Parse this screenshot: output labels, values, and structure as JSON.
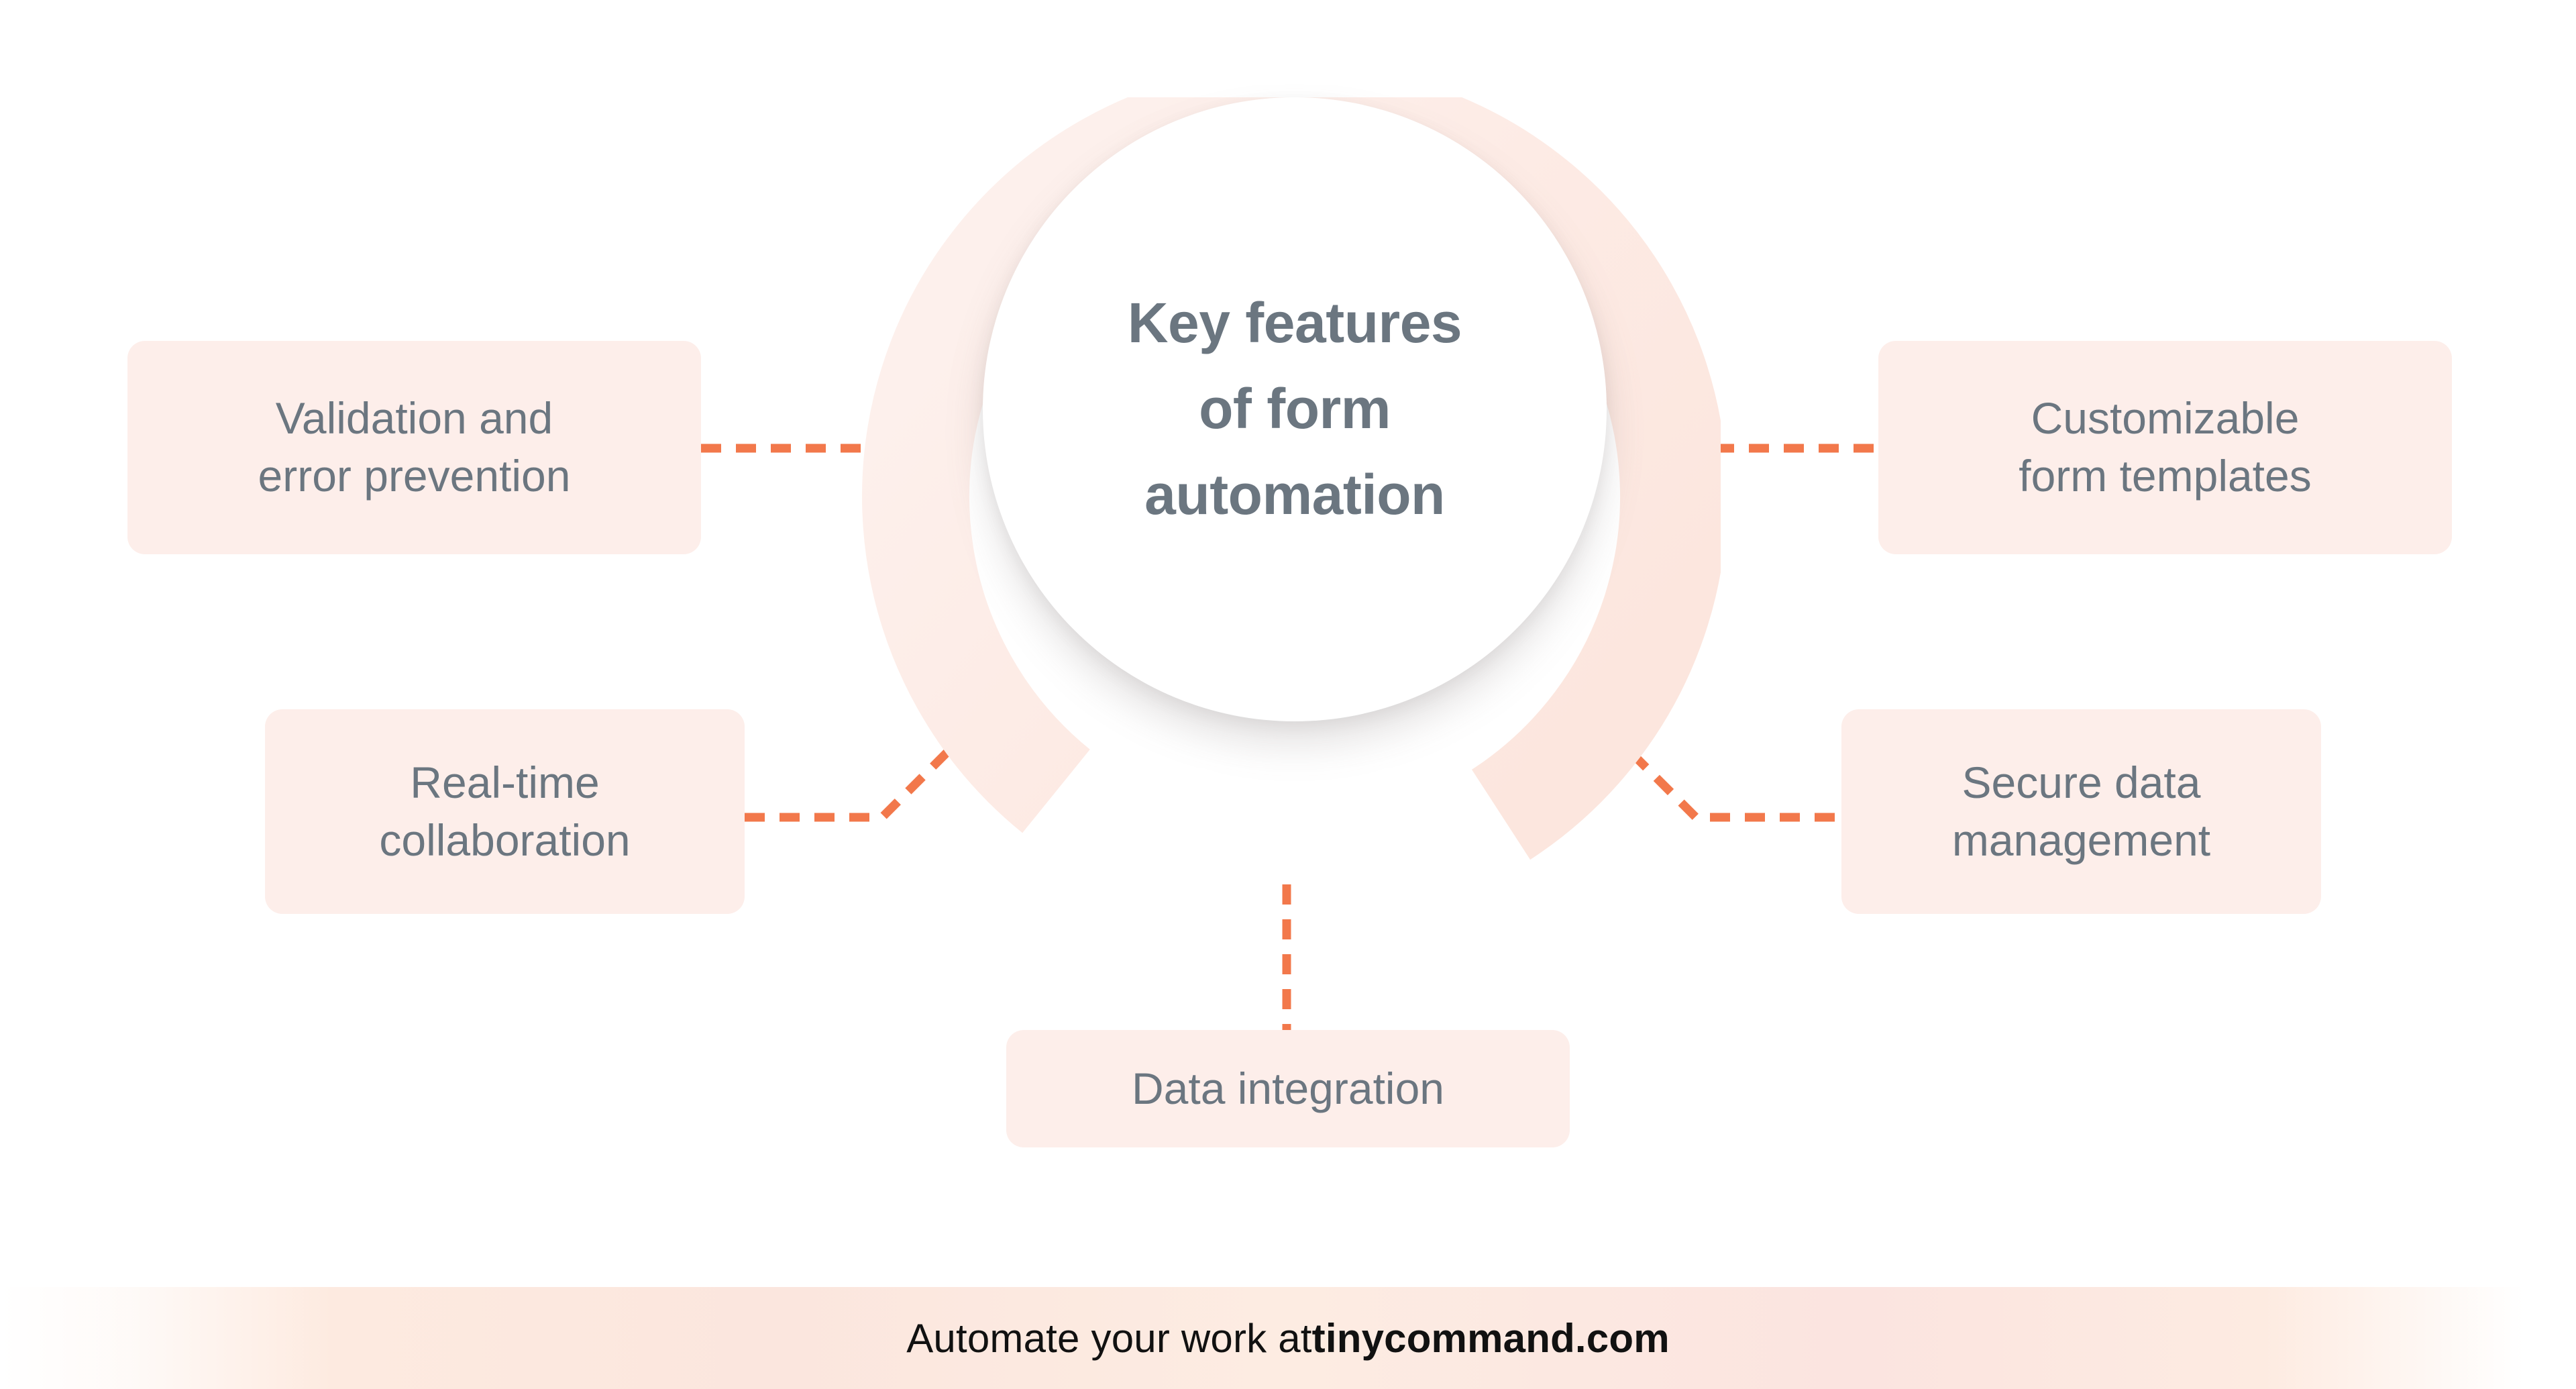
{
  "center": {
    "title_lines": [
      "Key features",
      "of form",
      "automation"
    ],
    "text_color": "#6b7680",
    "circle_color": "#ffffff",
    "ring_color": "#fdeae3"
  },
  "features": [
    {
      "id": "validation",
      "lines": [
        "Validation and",
        "error prevention"
      ],
      "position": "left-top"
    },
    {
      "id": "customizable",
      "lines": [
        "Customizable",
        "form templates"
      ],
      "position": "right-top"
    },
    {
      "id": "realtime",
      "lines": [
        "Real-time",
        "collaboration"
      ],
      "position": "left-bottom"
    },
    {
      "id": "secure",
      "lines": [
        "Secure data",
        "management"
      ],
      "position": "right-bottom"
    },
    {
      "id": "dataintegration",
      "lines": [
        "Data integration"
      ],
      "position": "bottom-center"
    }
  ],
  "style": {
    "box_fill": "#fdeeea",
    "connector_color": "#f2784b",
    "footer_band_color": "#fbe6de",
    "background": "#ffffff"
  },
  "footer": {
    "prefix": "Automate your work at ",
    "brand": "tinycommand.com"
  }
}
